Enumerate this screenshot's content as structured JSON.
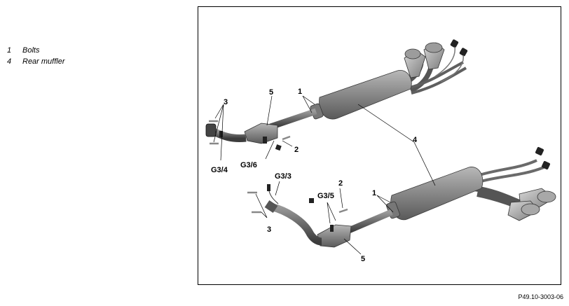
{
  "legend": {
    "items": [
      {
        "number": "1",
        "label": "Bolts"
      },
      {
        "number": "4",
        "label": "Rear muffler"
      }
    ]
  },
  "figure": {
    "callouts": {
      "bolts_upper": "1",
      "bolts_lower": "1",
      "nut_upper": "2",
      "nut_lower": "2",
      "screws_upper": "3",
      "screws_lower": "3",
      "rear_muffler": "4",
      "cat_upper": "5",
      "cat_lower": "5",
      "sensor_g3_4": "G3/4",
      "sensor_g3_6": "G3/6",
      "sensor_g3_3": "G3/3",
      "sensor_g3_5": "G3/5"
    },
    "code": "P49.10-3003-06"
  }
}
